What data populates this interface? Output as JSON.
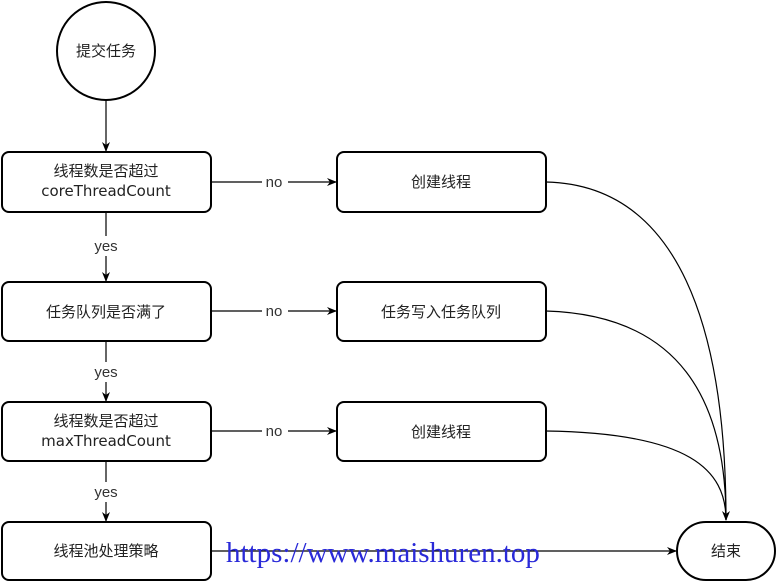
{
  "start": "提交任务",
  "decisions": [
    {
      "line1": "线程数是否超过",
      "line2": "coreThreadCount"
    },
    {
      "line1": "任务队列是否满了",
      "line2": ""
    },
    {
      "line1": "线程数是否超过",
      "line2": "maxThreadCount"
    }
  ],
  "reject": "线程池处理策略",
  "actions": [
    "创建线程",
    "任务写入任务队列",
    "创建线程"
  ],
  "end": "结束",
  "edge_labels": {
    "no": "no",
    "yes": "yes"
  },
  "watermark": "https://www.maishuren.top",
  "colors": {
    "watermark": "#2a2ad8"
  }
}
